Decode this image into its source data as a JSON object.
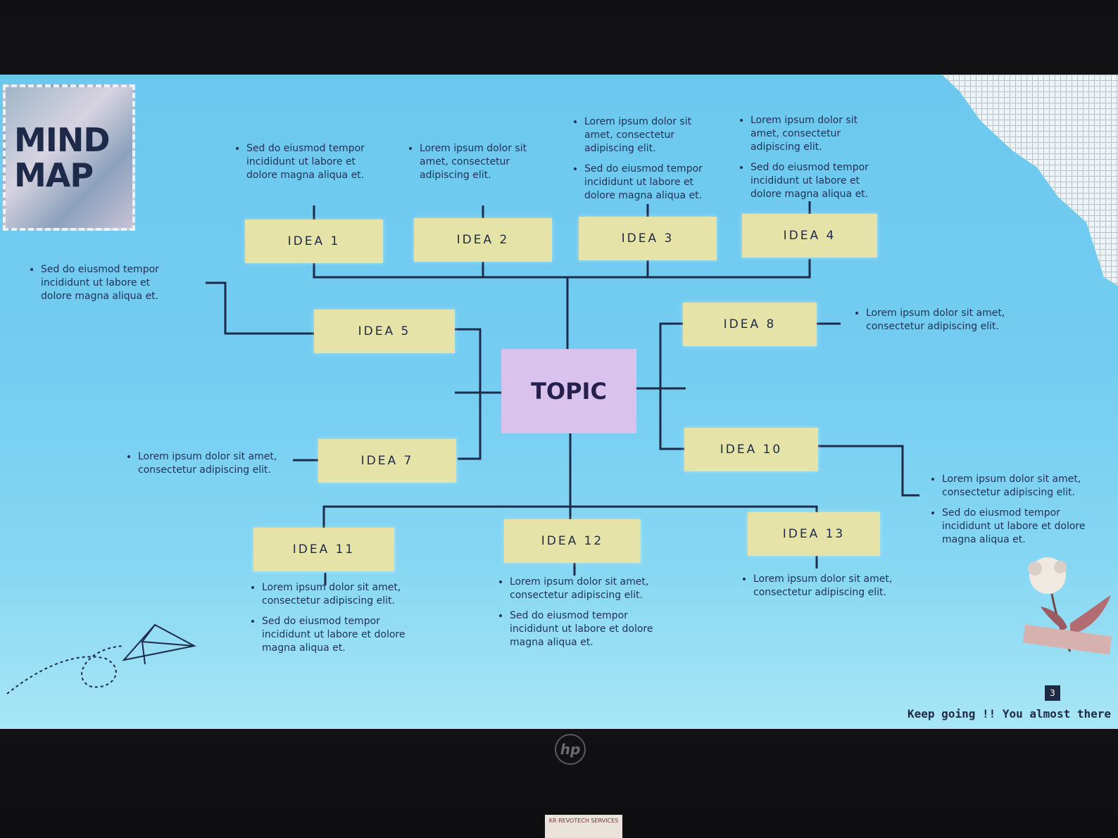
{
  "slide": {
    "title_line1": "MIND",
    "title_line2": "MAP",
    "topic": "TOPIC",
    "footer": "Keep going !! You almost there",
    "page_number": "3"
  },
  "ideas": {
    "i1": "IDEA 1",
    "i2": "IDEA 2",
    "i3": "IDEA 3",
    "i4": "IDEA 4",
    "i5": "IDEA 5",
    "i7": "IDEA 7",
    "i8": "IDEA 8",
    "i10": "IDEA 10",
    "i11": "IDEA 11",
    "i12": "IDEA 12",
    "i13": "IDEA 13"
  },
  "notes": {
    "lorem": "Lorem ipsum dolor sit amet, consectetur adipiscing elit.",
    "sed": "Sed do eiusmod tempor incididunt ut labore et dolore magna aliqua et."
  },
  "laptop": {
    "logo": "hp",
    "sticker": "KR REVOTECH SERVICES"
  },
  "colors": {
    "screen": "#74cdf1",
    "idea_box": "#e6e3a8",
    "topic_box": "#d9c3ec",
    "lines": "#1d2a4a"
  }
}
